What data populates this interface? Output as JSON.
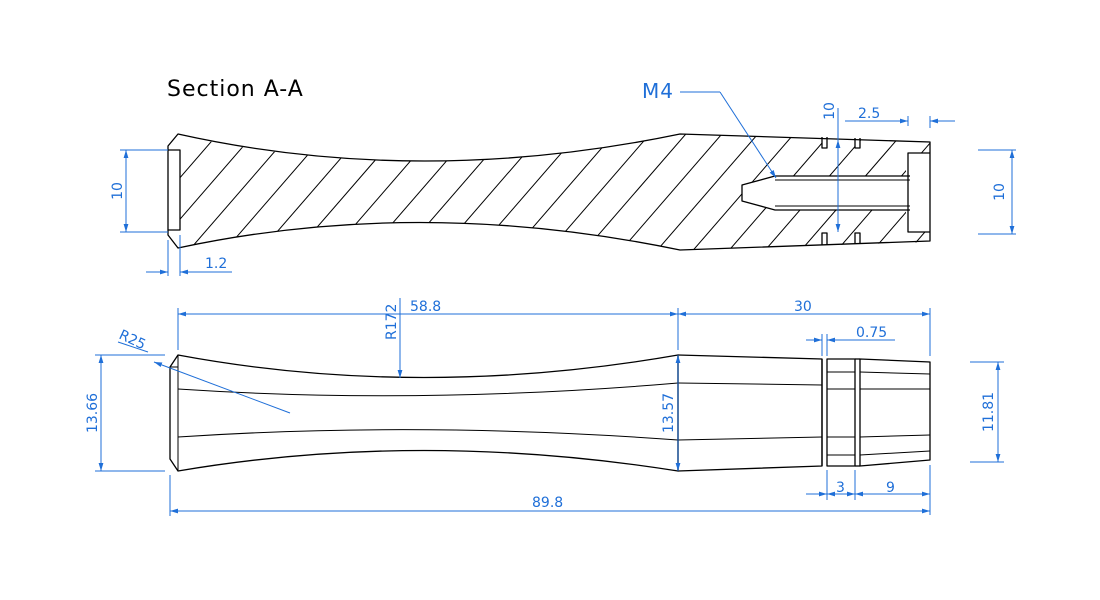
{
  "section_title": "Section A-A",
  "labels": {
    "thread": "M4",
    "slot_depth": "10",
    "slot_offset": "2.5",
    "left_height": "10",
    "right_height": "10",
    "lip": "1.2",
    "radius_large": "R172",
    "radius_small": "R25",
    "grip_length": "58.8",
    "shank_length": "30",
    "groove_width": "0.75",
    "left_dia": "13.66",
    "mid_dia": "13.57",
    "right_dia": "11.81",
    "collar_width": "3",
    "tip_length": "9",
    "total_length": "89.8"
  },
  "colors": {
    "dimension": "#1f6fd8",
    "outline": "#000000"
  }
}
